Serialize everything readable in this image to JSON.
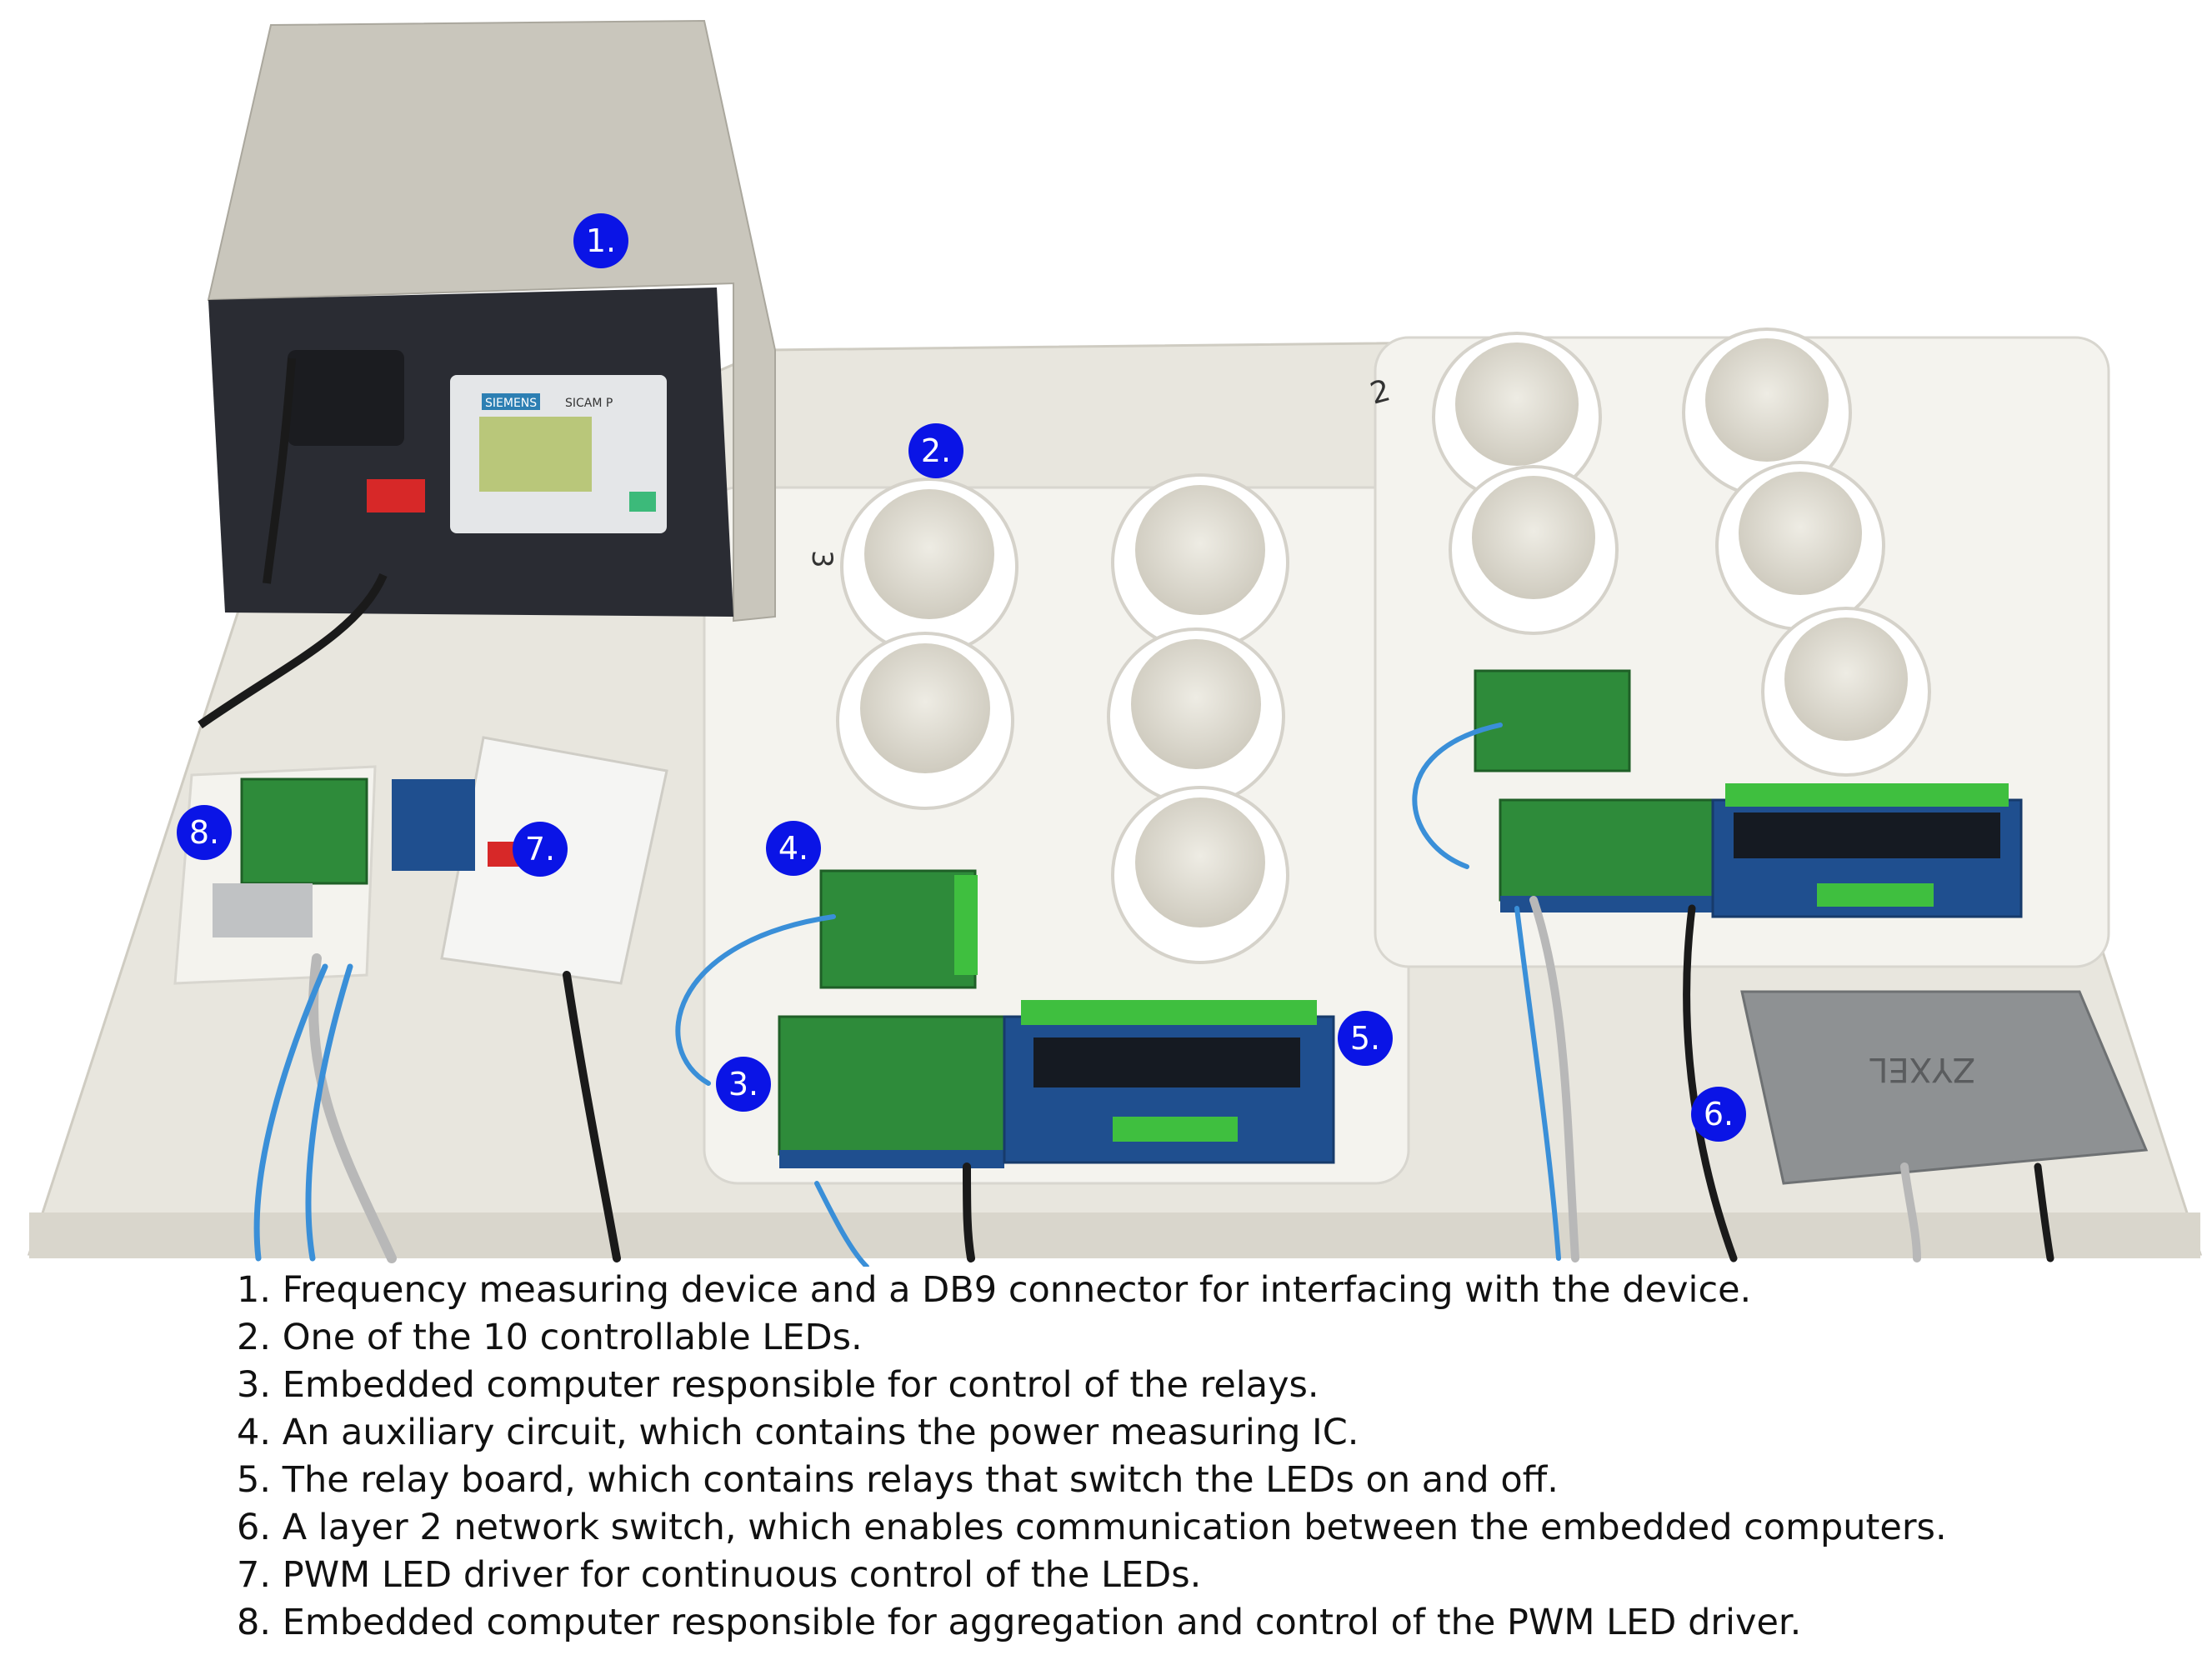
{
  "markers": [
    "1.",
    "2.",
    "3.",
    "4.",
    "5.",
    "6.",
    "7.",
    "8."
  ],
  "legend": [
    "1. Frequency measuring device and a DB9 connector for interfacing with the device.",
    "2. One of the 10 controllable LEDs.",
    "3. Embedded computer responsible for control of the relays.",
    "4. An auxiliary circuit, which contains the power measuring IC.",
    "5. The relay board, which contains relays that switch the LEDs on and off.",
    "6. A layer 2 network switch, which enables communication between the embedded computers.",
    "7. PWM LED driver for continuous control of the LEDs.",
    "8. Embedded computer responsible for aggregation and control of the PWM LED driver."
  ],
  "labels": {
    "device_brand": "SIEMENS",
    "device_model": "SICAM P",
    "switch_brand": "ZYXEL",
    "plate_2": "2",
    "plate_3": "3"
  },
  "colors": {
    "marker": "#0a14e6",
    "board_base": "#e8e6de",
    "pcb_green": "#2e8b3a",
    "pcb_blue": "#1f4f8f",
    "terminal_green": "#3fbf3f",
    "led_diffuser": "#e6e3d8"
  },
  "icons": [
    "frequency-meter-photo",
    "led-lamp-photo",
    "relay-board-photo",
    "network-switch-photo"
  ]
}
